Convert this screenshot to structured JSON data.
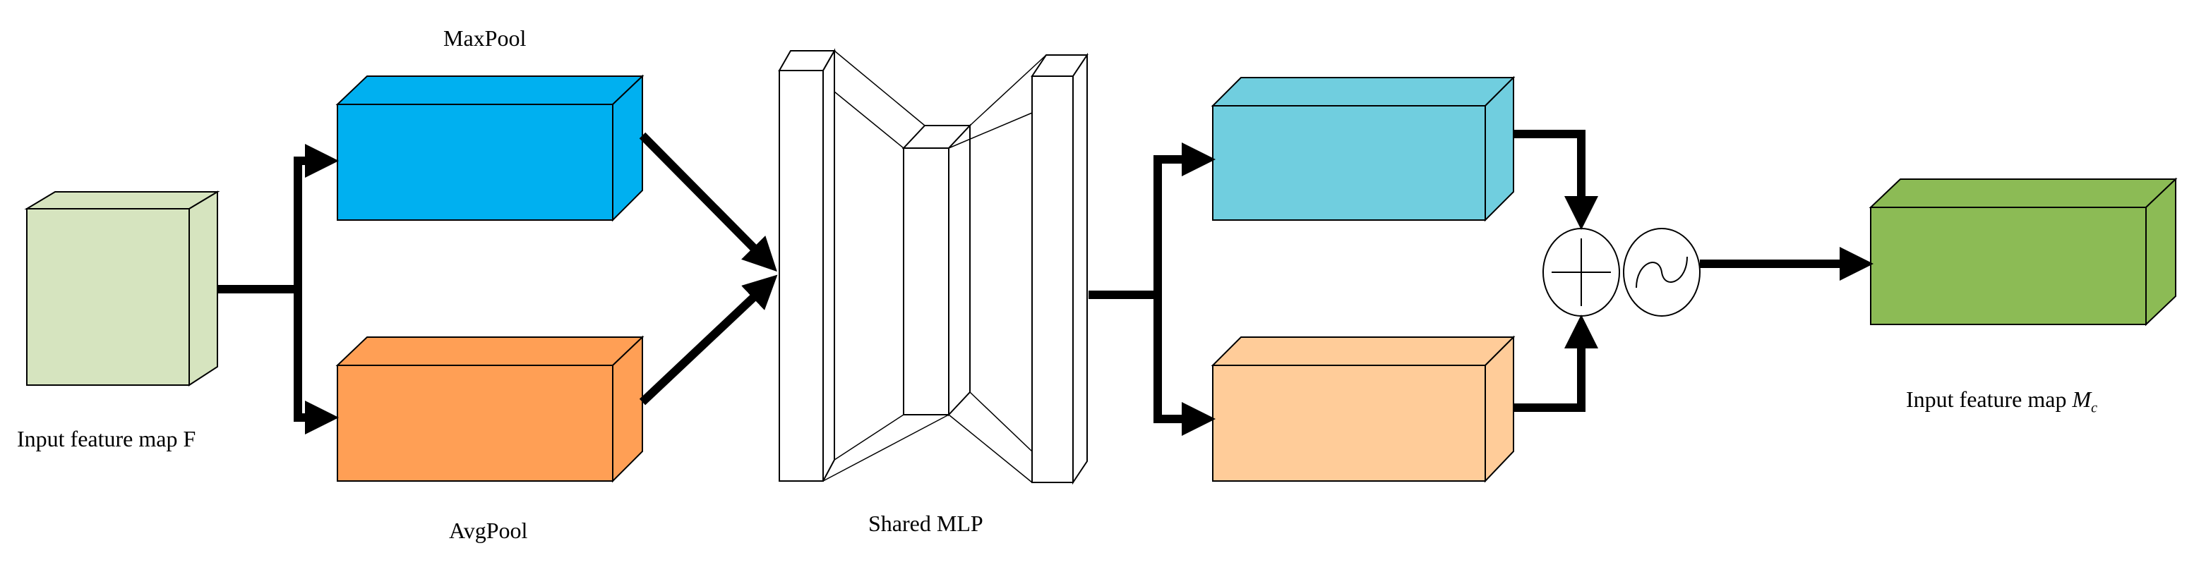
{
  "labels": {
    "input_feature_map": "Input feature map F",
    "maxpool": "MaxPool",
    "avgpool": "AvgPool",
    "shared_mlp": "Shared MLP",
    "output_feature_map_prefix": "Input feature map ",
    "output_feature_map_symbol": "M",
    "output_feature_map_subscript": "c"
  },
  "colors": {
    "input_cube": "#d6e4bf",
    "maxpool_cube": "#00b0f0",
    "avgpool_cube": "#ff9f55",
    "mlp_out_top": "#70cedf",
    "mlp_out_bottom": "#ffcc99",
    "output_cube": "#8cbb55"
  },
  "icons": {
    "sum": "plus-circle-icon",
    "activation": "sigmoid-icon"
  }
}
